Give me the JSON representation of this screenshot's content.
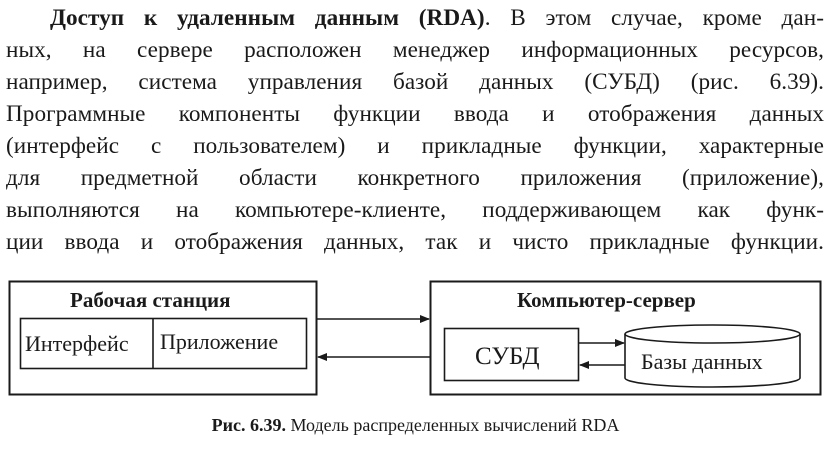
{
  "paragraph": {
    "term": "Доступ к удаленным данным (RDA)",
    "lines": [
      ". В этом случае, кроме дан-",
      "ных, на сервере расположен менеджер информационных ресурсов,",
      "например, система управления базой данных (СУБД) (рис. 6.39).",
      "Программные компоненты функции ввода и отображения данных",
      "(интерфейс с пользователем) и прикладные функции, характерные",
      "для предметной области конкретного приложения (приложение),",
      "выполняются на компьютере-клиенте, поддерживающем как функ-",
      "ции ввода и отображения данных, так и чисто прикладные функции."
    ]
  },
  "diagram": {
    "workstation": {
      "title": "Рабочая станция",
      "interface": "Интерфейс",
      "application": "Приложение"
    },
    "server": {
      "title": "Компьютер-сервер",
      "dbms": "СУБД",
      "databases": "Базы данных"
    }
  },
  "caption": {
    "label": "Рис. 6.39.",
    "text": "Модель распределенных вычислений RDA"
  }
}
